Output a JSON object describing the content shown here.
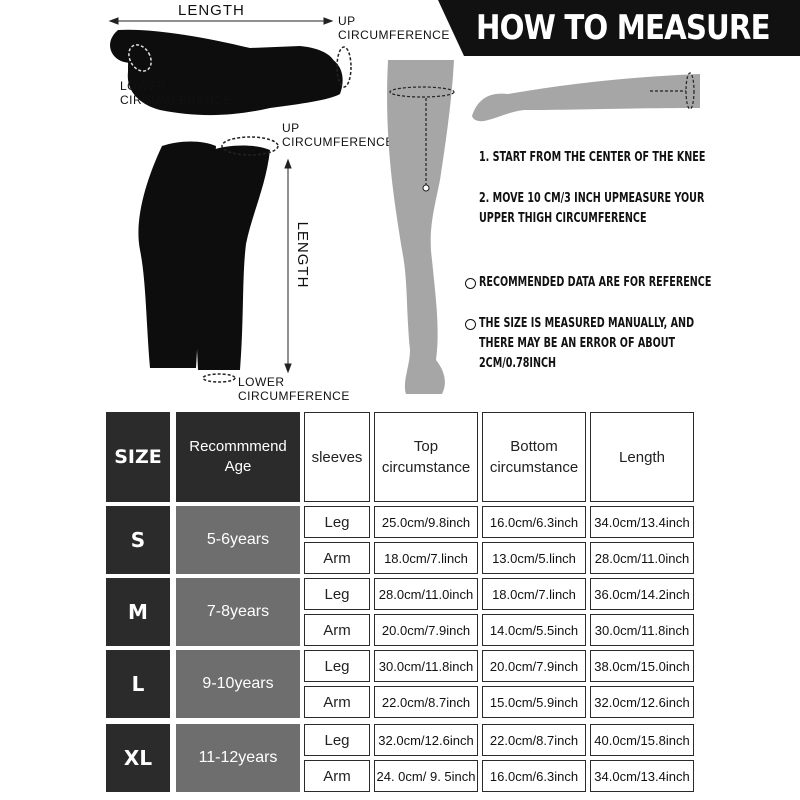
{
  "banner": {
    "title": "HOW TO MEASURE"
  },
  "labels": {
    "length_top": "LENGTH",
    "up_circ_arm_1": "UP",
    "up_circ_arm_2": "CIRCUMFERENCE",
    "lower_circ_arm_1": "LOWER",
    "lower_circ_arm_2": "CIRCUMFERENCE",
    "up_circ_leg_1": "UP",
    "up_circ_leg_2": "CIRCUMFERENCE",
    "length_side": "LENGTH",
    "lower_circ_leg_1": "LOWER",
    "lower_circ_leg_2": "CIRCUMFERENCE"
  },
  "steps": {
    "step1": "1. START FROM THE CENTER OF THE KNEE",
    "step2_line1": "2. MOVE 10 CM/3 INCH UPMEASURE YOUR",
    "step2_line2": "UPPER THIGH CIRCUMFERENCE",
    "note1": "RECOMMENDED DATA ARE FOR REFERENCE",
    "note2_line1": "THE SIZE IS MEASURED  MANUALLY, AND",
    "note2_line2": "THERE MAY BE AN ERROR OF  ABOUT",
    "note2_line3": "2CM/0.78INCH"
  },
  "table": {
    "headers": {
      "size": "SIZE",
      "age_1": "Recommmend",
      "age_2": "Age",
      "sleeves": "sleeves",
      "top_1": "Top",
      "top_2": "circumstance",
      "bottom_1": "Bottom",
      "bottom_2": "circumstance",
      "length": "Length"
    },
    "rows": [
      {
        "size": "S",
        "age": "5-6years",
        "leg": {
          "sleeve": "Leg",
          "top": "25.0cm/9.8inch",
          "bottom": "16.0cm/6.3inch",
          "length": "34.0cm/13.4inch"
        },
        "arm": {
          "sleeve": "Arm",
          "top": "18.0cm/7.linch",
          "bottom": "13.0cm/5.linch",
          "length": "28.0cm/11.0inch"
        }
      },
      {
        "size": "M",
        "age": "7-8years",
        "leg": {
          "sleeve": "Leg",
          "top": "28.0cm/11.0inch",
          "bottom": "18.0cm/7.linch",
          "length": "36.0cm/14.2inch"
        },
        "arm": {
          "sleeve": "Arm",
          "top": "20.0cm/7.9inch",
          "bottom": "14.0cm/5.5inch",
          "length": "30.0cm/11.8inch"
        }
      },
      {
        "size": "L",
        "age": "9-10years",
        "leg": {
          "sleeve": "Leg",
          "top": "30.0cm/11.8inch",
          "bottom": "20.0cm/7.9inch",
          "length": "38.0cm/15.0inch"
        },
        "arm": {
          "sleeve": "Arm",
          "top": "22.0cm/8.7inch",
          "bottom": "15.0cm/5.9inch",
          "length": "32.0cm/12.6inch"
        }
      },
      {
        "size": "XL",
        "age": "11-12years",
        "leg": {
          "sleeve": "Leg",
          "top": "32.0cm/12.6inch",
          "bottom": "22.0cm/8.7inch",
          "length": "40.0cm/15.8inch"
        },
        "arm": {
          "sleeve": "Arm",
          "top": "24. 0cm/ 9. 5inch",
          "bottom": "16.0cm/6.3inch",
          "length": "34.0cm/13.4inch"
        }
      }
    ]
  },
  "colors": {
    "dark": "#2b2b2b",
    "age_gray": "#6e6e6e",
    "limb_gray": "#a6a6a6",
    "sleeve_black": "#0d0d0d"
  }
}
